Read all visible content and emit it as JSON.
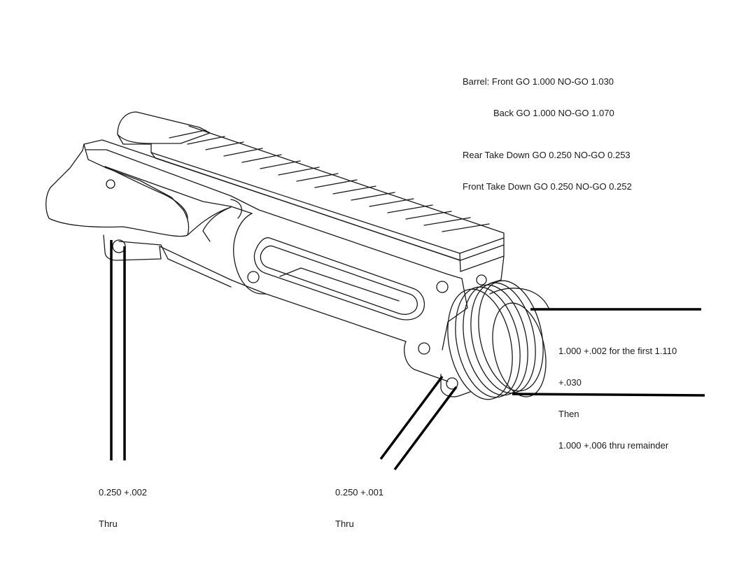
{
  "specs": {
    "barrel_front": "Barrel: Front GO 1.000 NO-GO 1.030",
    "barrel_back": "Back GO 1.000 NO-GO 1.070",
    "rear_takedown": "Rear Take Down GO 0.250 NO-GO 0.253",
    "front_takedown": "Front Take Down GO 0.250 NO-GO 0.252"
  },
  "bore_note": {
    "line1": "1.000 +.002 for the first 1.110",
    "line2": "+.030",
    "line3": "Then",
    "line4": "1.000 +.006 thru remainder"
  },
  "rear_pin_note": {
    "line1": "0.250 +.002",
    "line2": "Thru"
  },
  "front_pin_note": {
    "line1": "0.250 +.001",
    "line2": "Thru"
  },
  "colors": {
    "ink": "#1a1a1a",
    "leader": "#000000",
    "background": "#ffffff"
  }
}
